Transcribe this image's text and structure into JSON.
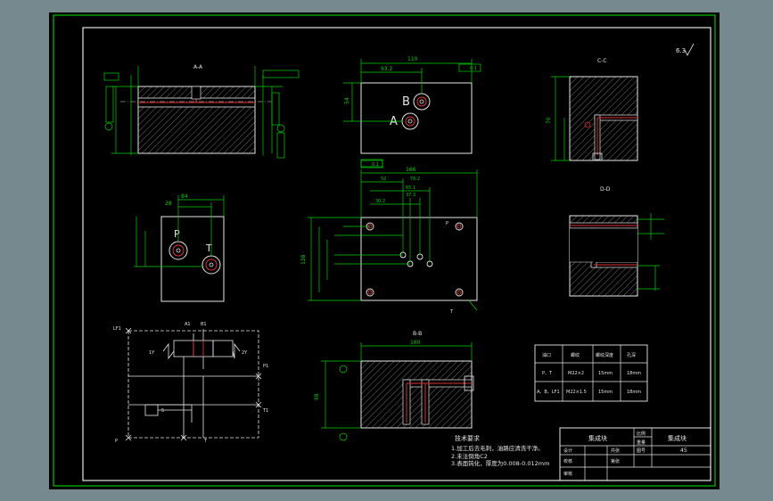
{
  "sheet": {
    "views": {
      "section_a_a": "A-A",
      "section_c_c": "C-C",
      "section_d_d": "D-D",
      "section_b_b": "B-B"
    },
    "roughness_symbol": "6.3",
    "ports": {
      "b": "B",
      "a": "A",
      "p": "P",
      "t": "T",
      "p_lower": "P",
      "t_lower": "T"
    },
    "dimensions": {
      "top_width": "110",
      "top_offset": "93.2",
      "top_height": "54",
      "front_width": "166",
      "front_d1": "52",
      "front_d2": "76.2",
      "front_d3": "65.1",
      "front_d4": "37.3",
      "front_d5": "30.2",
      "left_height": "128",
      "pt_width": "84",
      "pt_offset": "28",
      "cc_height": "70",
      "bb_width": "160",
      "bb_height": "98"
    },
    "flatness": "0.1",
    "schematic": {
      "labels": [
        "LF1",
        "A1",
        "B1",
        "P1",
        "T1",
        "P",
        "T"
      ],
      "valve_labels": [
        "1Y",
        "2Y",
        "5"
      ]
    },
    "thread_table": {
      "headers": [
        "油口",
        "螺纹",
        "螺纹深度",
        "孔深"
      ],
      "rows": [
        [
          "P、T",
          "M22×2",
          "15mm",
          "18mm"
        ],
        [
          "A、B、LF1",
          "M22×1.5",
          "15mm",
          "18mm"
        ]
      ]
    },
    "tech_notes": {
      "title": "技术要求",
      "items": [
        "1.加工后去毛刺，油路应清洗干净。",
        "2.未注倒角C2",
        "3.表面钝化，厚度为0.008-0.012mm"
      ]
    },
    "title_block": {
      "part_name": "集成块",
      "material": "45",
      "company": "集成块",
      "cells": [
        "设计",
        "校核",
        "审核",
        "比例",
        "重量",
        "图号",
        "共张",
        "第张"
      ]
    }
  }
}
